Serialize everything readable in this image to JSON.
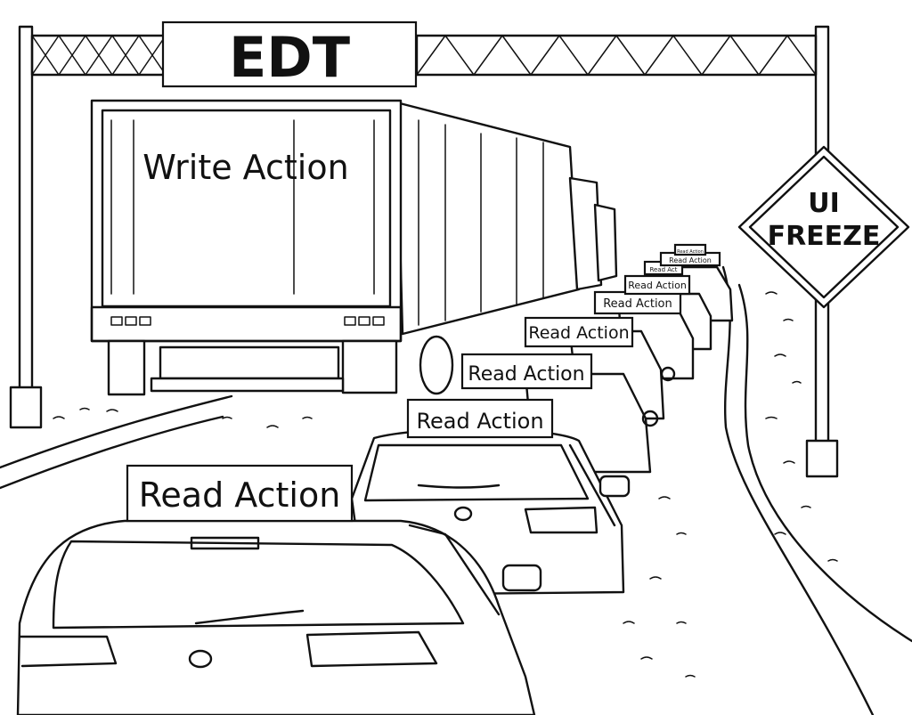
{
  "gantry_sign": {
    "label": "EDT"
  },
  "truck": {
    "label": "Write Action"
  },
  "warning_sign": {
    "line1": "UI",
    "line2": "FREEZE"
  },
  "cars": [
    {
      "label": "Read Action"
    },
    {
      "label": "Read Action"
    },
    {
      "label": "Read Action"
    },
    {
      "label": "Read Action"
    },
    {
      "label": "Read Action"
    },
    {
      "label": "Read Action"
    },
    {
      "label": "Read Act"
    },
    {
      "label": "Read Action"
    },
    {
      "label": "Read Action"
    }
  ],
  "colors": {
    "ink": "#111111",
    "paper": "#ffffff"
  }
}
